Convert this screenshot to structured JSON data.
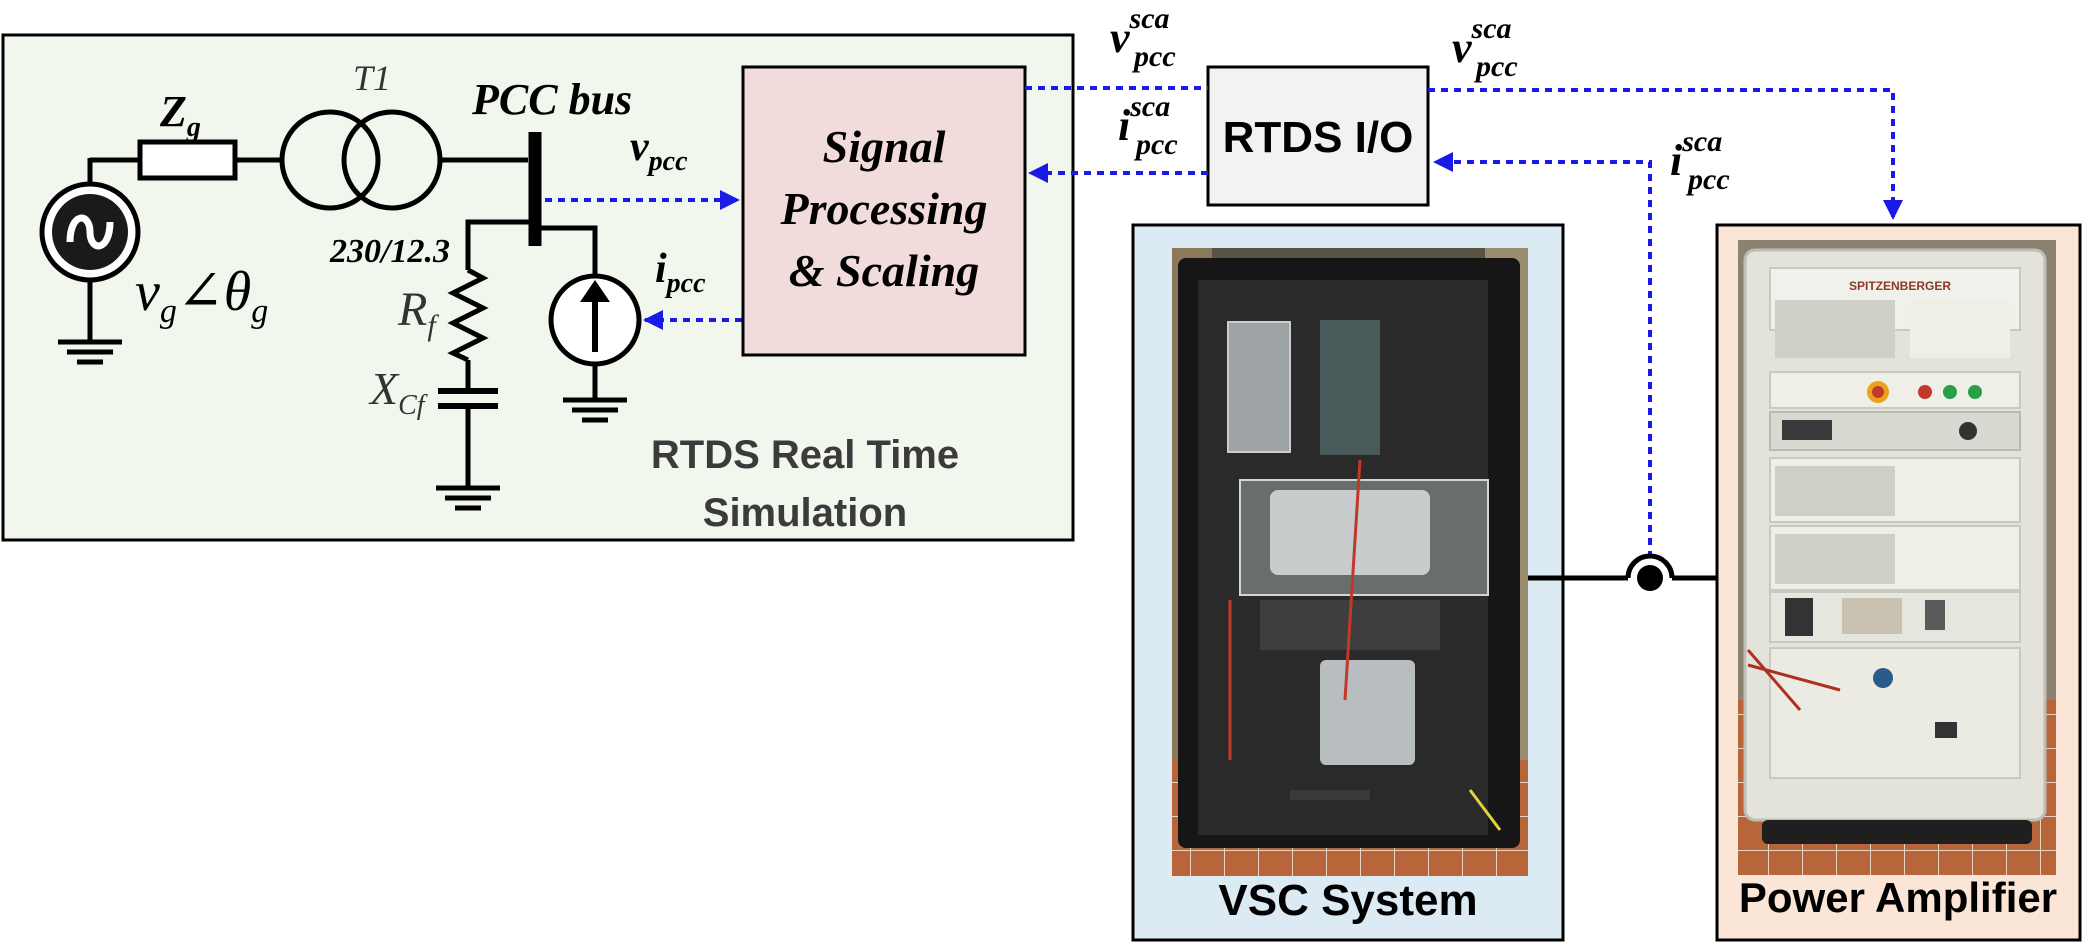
{
  "rtds_sim": {
    "title_line1": "RTDS Real Time",
    "title_line2": "Simulation",
    "transformer_label": "T1",
    "transformer_ratio": "230/12.3",
    "pcc_bus_label": "PCC bus",
    "grid_impedance": {
      "base": "Z",
      "sub": "g"
    },
    "grid_voltage": {
      "v": "v",
      "v_sub": "g",
      "angle": "∠",
      "theta": "θ",
      "theta_sub": "g"
    },
    "filter_resistor": {
      "base": "R",
      "sub": "f"
    },
    "filter_capacitor": {
      "base": "X",
      "sub": "Cf"
    },
    "v_pcc": {
      "base": "v",
      "sub": "pcc"
    },
    "i_pcc": {
      "base": "i",
      "sub": "pcc"
    }
  },
  "signal_block": {
    "line1": "Signal",
    "line2": "Processing",
    "line3": "& Scaling",
    "fill": "#f2dcdb"
  },
  "rtds_io": {
    "label": "RTDS I/O",
    "fill": "#f2f2f2"
  },
  "signals": {
    "v_sca_left": {
      "base": "v",
      "sup": "sca",
      "sub": "pcc"
    },
    "i_sca_left": {
      "base": "i",
      "sup": "sca",
      "sub": "pcc"
    },
    "v_sca_right": {
      "base": "v",
      "sup": "sca",
      "sub": "pcc"
    },
    "i_sca_right": {
      "base": "i",
      "sup": "sca",
      "sub": "pcc"
    }
  },
  "vsc": {
    "label": "VSC System",
    "fill": "#dcebf3"
  },
  "amplifier": {
    "label": "Power Amplifier",
    "brand": "SPITZENBERGER",
    "fill": "#fbe5d6"
  },
  "colors": {
    "signal_line": "#1a1ae6",
    "sim_fill": "#f1f7ec",
    "wire": "#000000"
  }
}
